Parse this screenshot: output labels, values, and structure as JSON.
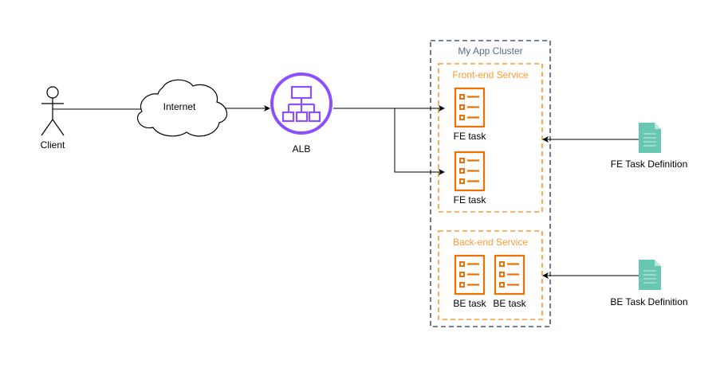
{
  "nodes": {
    "client": {
      "label": "Client",
      "icon": "person-icon"
    },
    "internet": {
      "label": "Internet",
      "icon": "cloud-icon"
    },
    "alb": {
      "label": "ALB",
      "icon": "load-balancer-icon"
    },
    "cluster": {
      "label": "My App Cluster"
    },
    "fe_service": {
      "label": "Front-end Service",
      "tasks": [
        {
          "label": "FE task",
          "icon": "task-icon"
        },
        {
          "label": "FE task",
          "icon": "task-icon"
        }
      ]
    },
    "be_service": {
      "label": "Back-end Service",
      "tasks": [
        {
          "label": "BE task",
          "icon": "task-icon"
        },
        {
          "label": "BE task",
          "icon": "task-icon"
        }
      ]
    },
    "fe_task_def": {
      "label": "FE Task Definition",
      "icon": "document-icon"
    },
    "be_task_def": {
      "label": "BE Task Definition",
      "icon": "document-icon"
    }
  },
  "colors": {
    "alb": "#8C4FFF",
    "task": "#ED7100",
    "service_border": "#FF9933",
    "service_label": "#FF9933",
    "cluster_border": "#4A5A78",
    "cluster_label": "#5A6B86",
    "doc": "#67C7B0",
    "doc_dark": "#3E9C86",
    "line": "#000000"
  }
}
